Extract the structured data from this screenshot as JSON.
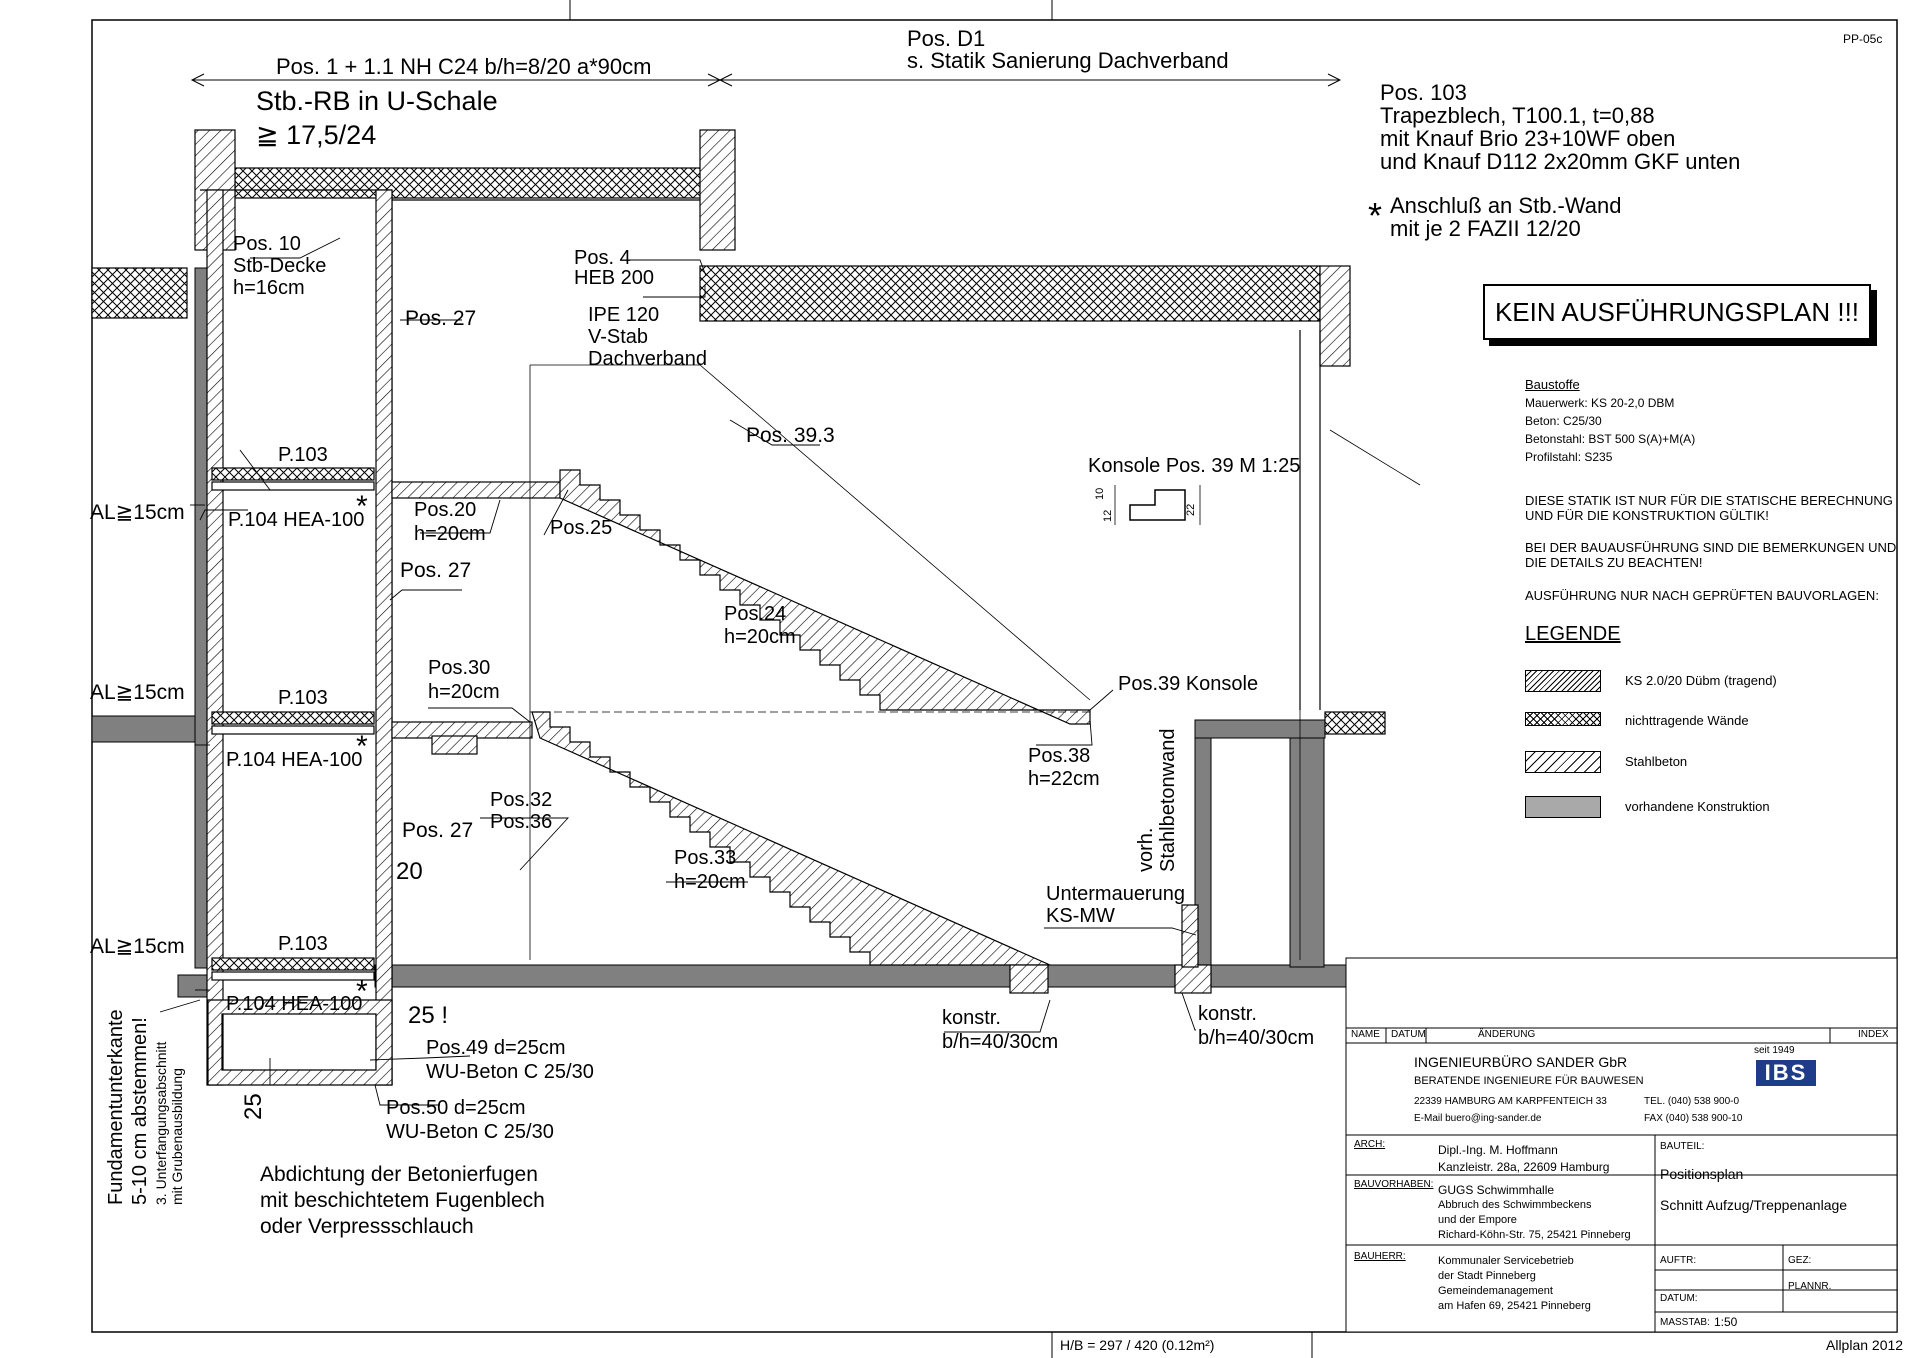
{
  "sheet_id": "PP-05c",
  "top": {
    "pos1": "Pos. 1 + 1.1   NH C24 b/h=8/20 a*90cm",
    "posD1_line1": "Pos. D1",
    "posD1_line2": "s. Statik Sanierung Dachverband",
    "stbrb_line1": "Stb.-RB in U-Schale",
    "stbrb_line2": "≧ 17,5/24"
  },
  "pos103": [
    "Pos. 103",
    "Trapezblech, T100.1, t=0,88",
    "mit Knauf Brio 23+10WF oben",
    "und Knauf D112 2x20mm GKF unten"
  ],
  "anschluss": {
    "star": "*",
    "line1": "Anschluß an  Stb.-Wand",
    "line2": "mit je 2 FAZII 12/20"
  },
  "warning": "KEIN AUSFÜHRUNGSPLAN !!!",
  "baustoffe": {
    "title": "Baustoffe",
    "lines": [
      "Mauerwerk: KS 20-2,0 DBM",
      "Beton:  C25/30",
      "Betonstahl: BST 500 S(A)+M(A)",
      "Profilstahl: S235"
    ]
  },
  "notes": [
    "DIESE STATIK IST NUR FÜR DIE STATISCHE BERECHNUNG",
    "UND FÜR DIE KONSTRUKTION GÜLTIK!",
    "BEI DER BAUAUSFÜHRUNG SIND DIE BEMERKUNGEN UND",
    "DIE DETAILS ZU BEACHTEN!",
    "AUSFÜHRUNG NUR NACH GEPRÜFTEN BAUVORLAGEN:"
  ],
  "legend": {
    "title": "LEGENDE",
    "items": [
      "KS 2.0/20 Dübm (tragend)",
      "nichttragende Wände",
      "Stahlbeton",
      "vorhandene Konstruktion"
    ]
  },
  "labels": {
    "pos10": [
      "Pos. 10",
      "Stb-Decke",
      "h=16cm"
    ],
    "pos4": [
      "Pos. 4",
      "HEB 200"
    ],
    "ipe": [
      "IPE 120",
      "V-Stab",
      "Dachverband"
    ],
    "pos27": "Pos. 27",
    "pos393": "Pos. 39.3",
    "konsole": "Konsole Pos. 39  M 1:25",
    "konsole_dims": [
      "10",
      "12",
      "22"
    ],
    "p103": "P.103",
    "p104": "P.104 HEA-100",
    "al": "AL≧15cm",
    "pos20": [
      "Pos.20",
      "h=20cm"
    ],
    "pos25": "Pos.25",
    "pos24": [
      "Pos.24",
      "h=20cm"
    ],
    "pos30": [
      "Pos.30",
      "h=20cm"
    ],
    "pos39k": "Pos.39 Konsole",
    "pos38": [
      "Pos.38",
      "h=22cm"
    ],
    "pos32": [
      "Pos.32",
      "Pos.36"
    ],
    "pos33": [
      "Pos.33",
      "h=20cm"
    ],
    "stbwand": [
      "vorh.",
      "Stahlbetonwand"
    ],
    "unterm": [
      "Untermauerung",
      "KS-MW"
    ],
    "dim20": "20",
    "dim25a": "25 !",
    "dim25b": "25",
    "pos49": [
      "Pos.49 d=25cm",
      "WU-Beton  C 25/30"
    ],
    "pos50": [
      "Pos.50 d=25cm",
      "WU-Beton C 25/30"
    ],
    "konstr": [
      "konstr.",
      "b/h=40/30cm"
    ],
    "fundament": [
      "Fundamentunterkante",
      "5-10 cm abstemmen!",
      "3. Unterfangungsabschnitt",
      "mit Grubenausbildung"
    ],
    "abdichtung": [
      "Abdichtung der Betonierfugen",
      "mit beschichtetem Fugenblech",
      "oder Verpressschlauch"
    ]
  },
  "titleblock": {
    "headers": {
      "name": "NAME",
      "datum": "DATUM",
      "aenderung": "ÄNDERUNG",
      "index": "INDEX"
    },
    "office": {
      "name": "INGENIEURBÜRO SANDER GbR",
      "sub": "BERATENDE INGENIEURE FÜR BAUWESEN",
      "addr": "22339 HAMBURG AM KARPFENTEICH 33",
      "email": "E-Mail buero@ing-sander.de",
      "tel": "TEL. (040) 538 900-0",
      "fax": "FAX (040) 538 900-10",
      "seit": "seit 1949",
      "logo": "IBS"
    },
    "arch_label": "ARCH:",
    "arch": [
      "Dipl.-Ing. M. Hoffmann",
      "Kanzleistr. 28a, 22609 Hamburg"
    ],
    "bauvorhaben_label": "BAUVORHABEN:",
    "bauvorhaben": [
      "GUGS Schwimmhalle",
      "Abbruch des Schwimmbeckens",
      "und der Empore",
      "Richard-Köhn-Str. 75, 25421 Pinneberg"
    ],
    "bauherr_label": "BAUHERR:",
    "bauherr": [
      "Kommunaler Servicebetrieb",
      "der Stadt Pinneberg",
      "Gemeindemanagement",
      "am Hafen 69, 25421 Pinneberg"
    ],
    "bauteil_label": "BAUTEIL:",
    "bauteil": [
      "Positionsplan",
      "Schnitt Aufzug/Treppenanlage"
    ],
    "auftr": "AUFTR:",
    "gez": "GEZ:",
    "datum": "DATUM:",
    "plannr": "PLANNR.",
    "masstab_label": "MASSTAB:",
    "masstab": "1:50"
  },
  "footer": {
    "format": "H/B = 297 / 420 (0.12m²)",
    "software": "Allplan 2012"
  }
}
